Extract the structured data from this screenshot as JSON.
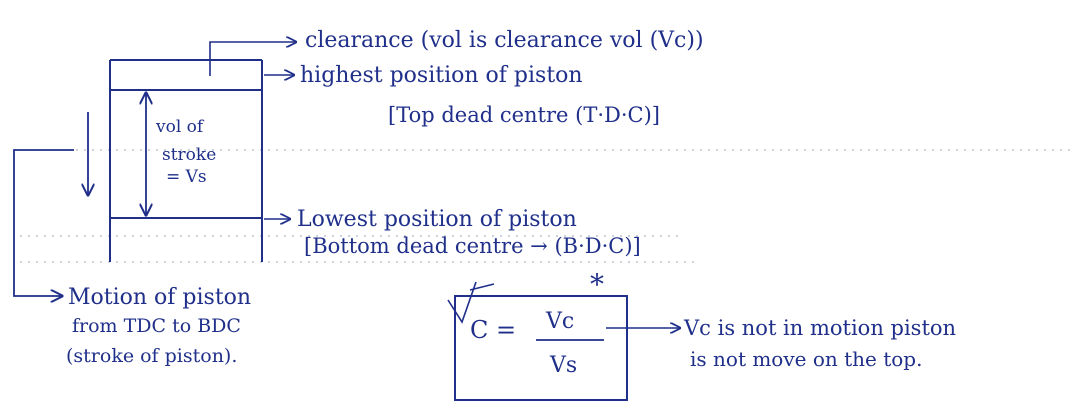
{
  "annotations": {
    "clearance": "clearance (vol is clearance vol (Vc))",
    "highest_position_1": "highest position of piston",
    "highest_position_2": "[Top dead centre (T·D·C)]",
    "cylinder_vol_1": "vol of",
    "cylinder_vol_2": "stroke",
    "cylinder_vol_3": "= Vs",
    "lowest_position_1": "Lowest position of piston",
    "lowest_position_2": "[Bottom dead centre → (B·D·C)]",
    "motion_1": "Motion of piston",
    "motion_2": "from TDC to BDC",
    "motion_3": "(stroke of piston).",
    "formula_lhs": "C =",
    "formula_num": "Vc",
    "formula_den": "Vs",
    "star": "*",
    "formula_note_1": "Vc is not in motion piston",
    "formula_note_2": "is not move on the top."
  },
  "colors": {
    "ink": "#1f2f8a",
    "pencil": "#9aa3b8"
  }
}
